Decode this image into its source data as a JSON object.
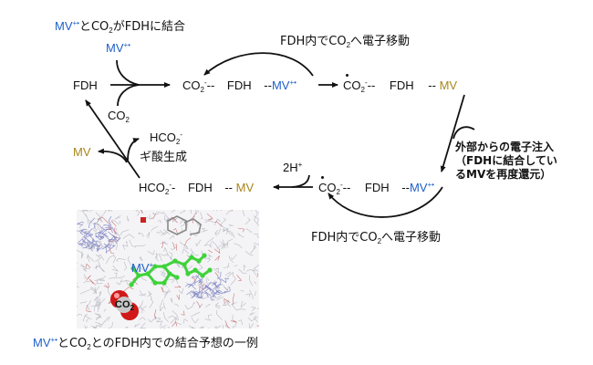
{
  "title": {
    "mv_radical": "MV",
    "mv_sup": "+•",
    "rest": "とCO",
    "sub": "2",
    "rest2": "がFDHに結合"
  },
  "step1": {
    "mv_in": "MV",
    "mv_in_sup": "+•",
    "fdh": "FDH",
    "co2_in": "CO",
    "co2_in_sub": "2"
  },
  "complex1": {
    "co2": "CO",
    "co2_sub": "2",
    "co2_charge": "-",
    "sep1": "--",
    "fdh": "FDH",
    "sep2": "--",
    "mv": "MV",
    "mv_sup": "+•"
  },
  "transfer_top": {
    "label_a": "FDH内でCO",
    "label_sub": "2",
    "label_b": "へ電子移動"
  },
  "complex2": {
    "co2": "CO",
    "co2_sub": "2",
    "co2_charge": "-",
    "sep1": "--",
    "fdh": "FDH",
    "sep2": "--",
    "mv": "MV"
  },
  "injection_note": {
    "line1": "外部からの電子注入",
    "line2": "（FDHに結合してい",
    "line3": "るMVを再度還元）"
  },
  "complex3": {
    "co2": "CO",
    "co2_sub": "2",
    "co2_charge": "-",
    "sep1": "--",
    "fdh": "FDH",
    "sep2": "--",
    "mv": "MV",
    "mv_sup": "+•"
  },
  "transfer_bottom": {
    "label_a": "FDH内でCO",
    "label_sub": "2",
    "label_b": "へ電子移動"
  },
  "protonation": {
    "label": "2H",
    "label_sup": "+"
  },
  "complex4": {
    "hco2": "HCO",
    "hco2_sub": "2",
    "hco2_charge": "-",
    "sep1": "-",
    "fdh": "FDH",
    "sep2": "--",
    "mv": "MV"
  },
  "release": {
    "formate": "HCO",
    "formate_sub": "2",
    "formate_sup": "-",
    "formate_label": "ギ酸生成",
    "mv_out": "MV"
  },
  "model": {
    "mv_label": "MV",
    "mv_sup": "+",
    "co2_label": "CO",
    "co2_sub": "2"
  },
  "caption": {
    "mv": "MV",
    "mv_sup": "+•",
    "rest_a": "とCO",
    "sub": "2",
    "rest_b": "とのFDH内での結合予想の一例"
  },
  "colors": {
    "mv_reduced": "#1f5fc8",
    "mv_oxidized": "#a8861a",
    "ligand": "#3fd23a",
    "oxygen": "#d01818"
  }
}
